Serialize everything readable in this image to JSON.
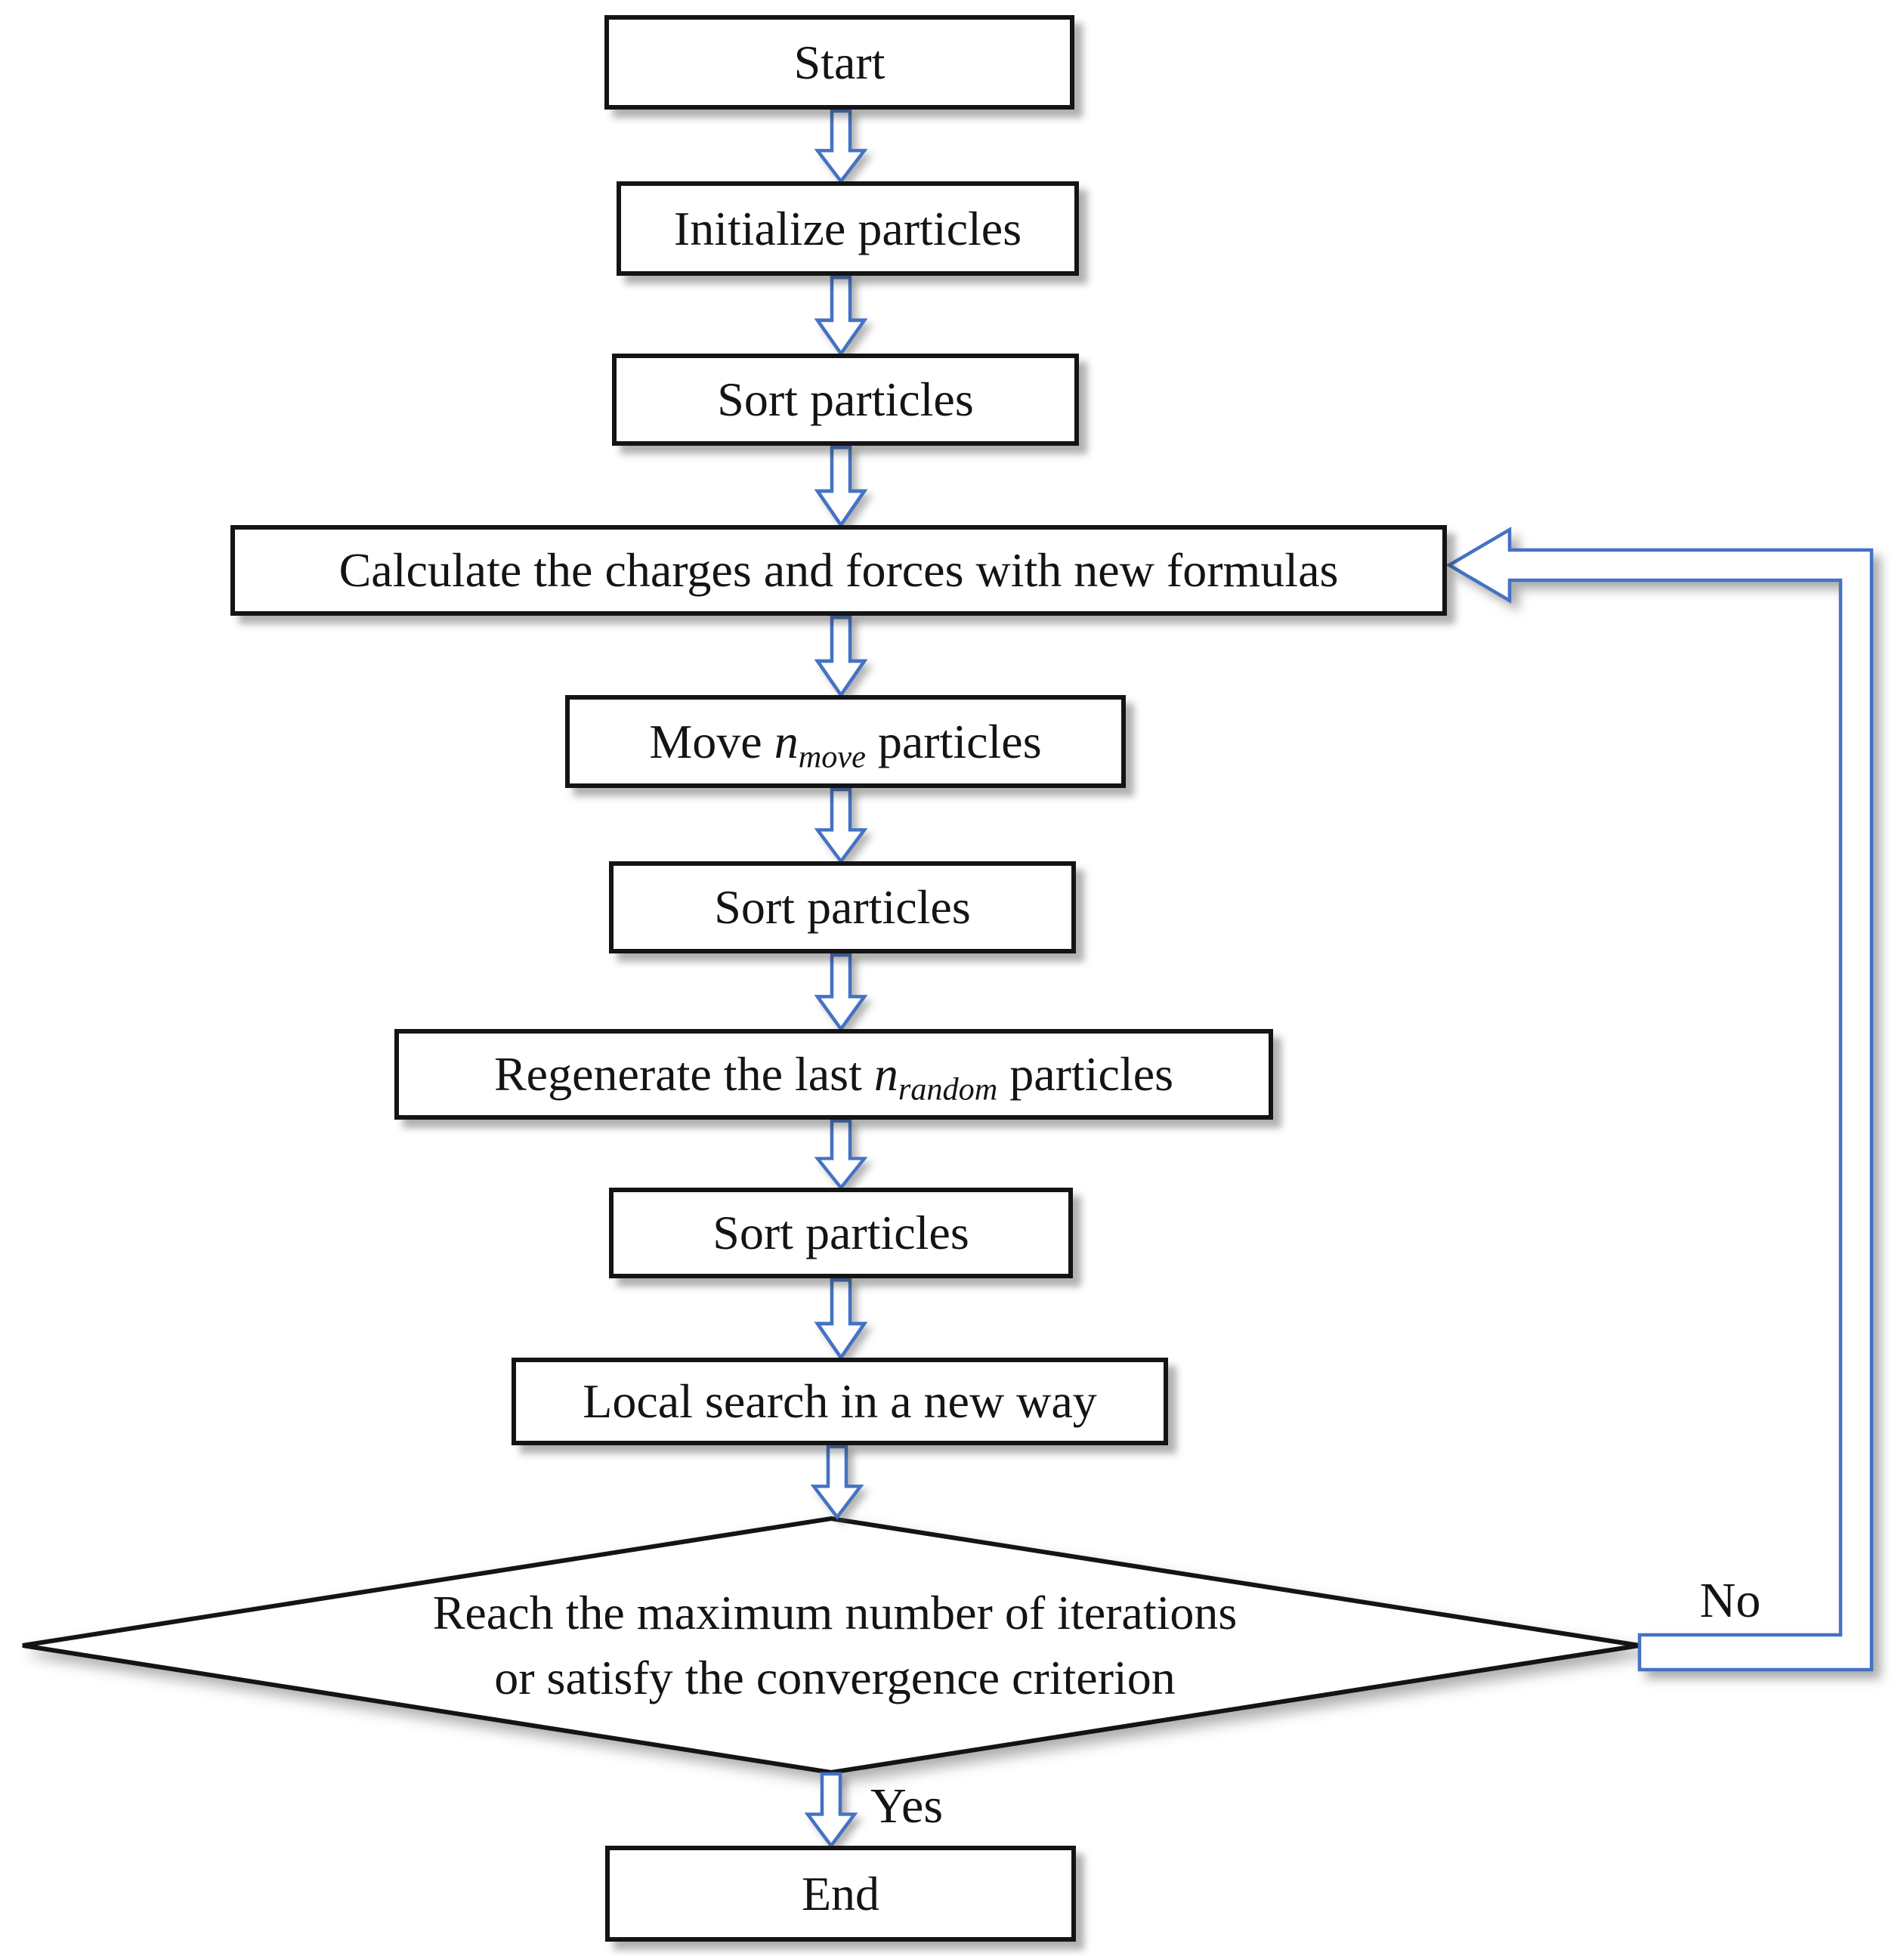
{
  "figure": {
    "background": "#ffffff",
    "accent_blue": "#4472C4",
    "outline_black": "#141414"
  },
  "nodes": [
    {
      "id": "start",
      "label": "Start"
    },
    {
      "id": "initialize",
      "label": "Initialize particles"
    },
    {
      "id": "sort1",
      "label": "Sort particles"
    },
    {
      "id": "calculate",
      "label": "Calculate the charges and forces with new formulas"
    },
    {
      "id": "move",
      "pre": "Move ",
      "varname": "n",
      "subscript": "move",
      "post": " particles"
    },
    {
      "id": "sort2",
      "label": "Sort particles"
    },
    {
      "id": "regenerate",
      "pre": "Regenerate the last ",
      "varname": "n",
      "subscript": "random",
      "post": " particles"
    },
    {
      "id": "sort3",
      "label": "Sort particles"
    },
    {
      "id": "local",
      "label": "Local search in a new way"
    },
    {
      "id": "decision",
      "line1": "Reach the maximum number of iterations",
      "line2": "or satisfy the convergence criterion"
    },
    {
      "id": "end",
      "label": "End"
    }
  ],
  "edge_labels": {
    "yes": "Yes",
    "no": "No"
  }
}
